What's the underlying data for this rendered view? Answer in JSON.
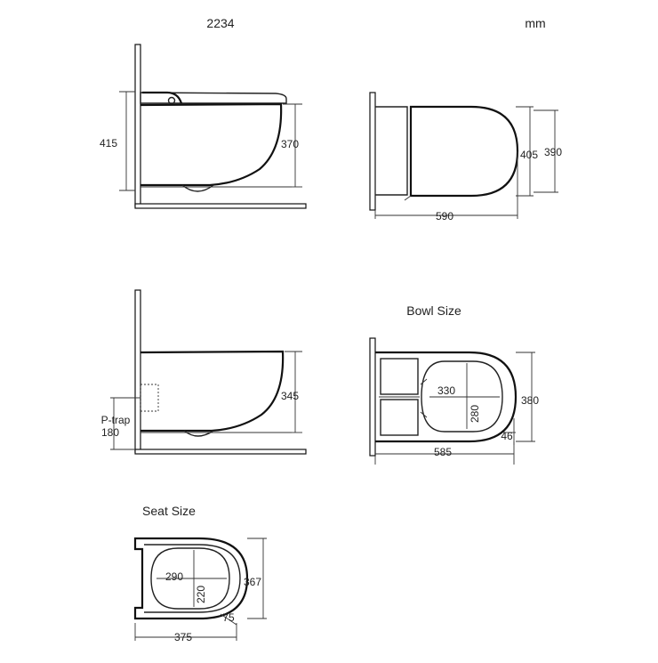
{
  "header": {
    "model": "2234",
    "unit": "mm"
  },
  "side_view": {
    "height_total": "415",
    "height_bowl": "370"
  },
  "top_view": {
    "width_inner": "405",
    "width_outer": "390",
    "length": "590"
  },
  "side_view_2": {
    "height": "345",
    "ptrap_label": "P-trap",
    "ptrap_value": "180"
  },
  "bowl_size": {
    "caption": "Bowl Size",
    "inner_length": "330",
    "inner_width": "280",
    "width": "380",
    "length": "585",
    "rim": "46"
  },
  "seat_size": {
    "caption": "Seat Size",
    "inner_length": "290",
    "inner_width": "220",
    "width": "367",
    "length": "375",
    "rim": "75"
  }
}
